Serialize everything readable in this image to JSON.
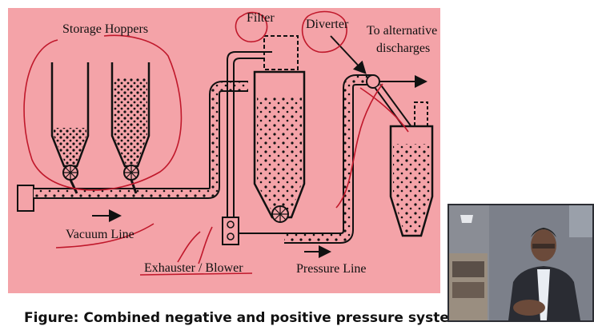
{
  "diagram": {
    "labels": {
      "storage_hoppers": "Storage Hoppers",
      "filter": "Filter",
      "diverter": "Diverter",
      "to_alternative": "To alternative",
      "discharges": "discharges",
      "vacuum_line": "Vacuum Line",
      "exhauster_blower": "Exhauster / Blower",
      "pressure_line": "Pressure Line"
    },
    "colors": {
      "background": "#f4a3a8",
      "ink": "#111111",
      "annotation": "#c0182b"
    }
  },
  "caption": "Figure: Combined negative and positive pressure system",
  "video": {
    "colors": {
      "wall": "#7c808a",
      "shirt": "#e9edf3",
      "jacket": "#2a2c33"
    }
  }
}
